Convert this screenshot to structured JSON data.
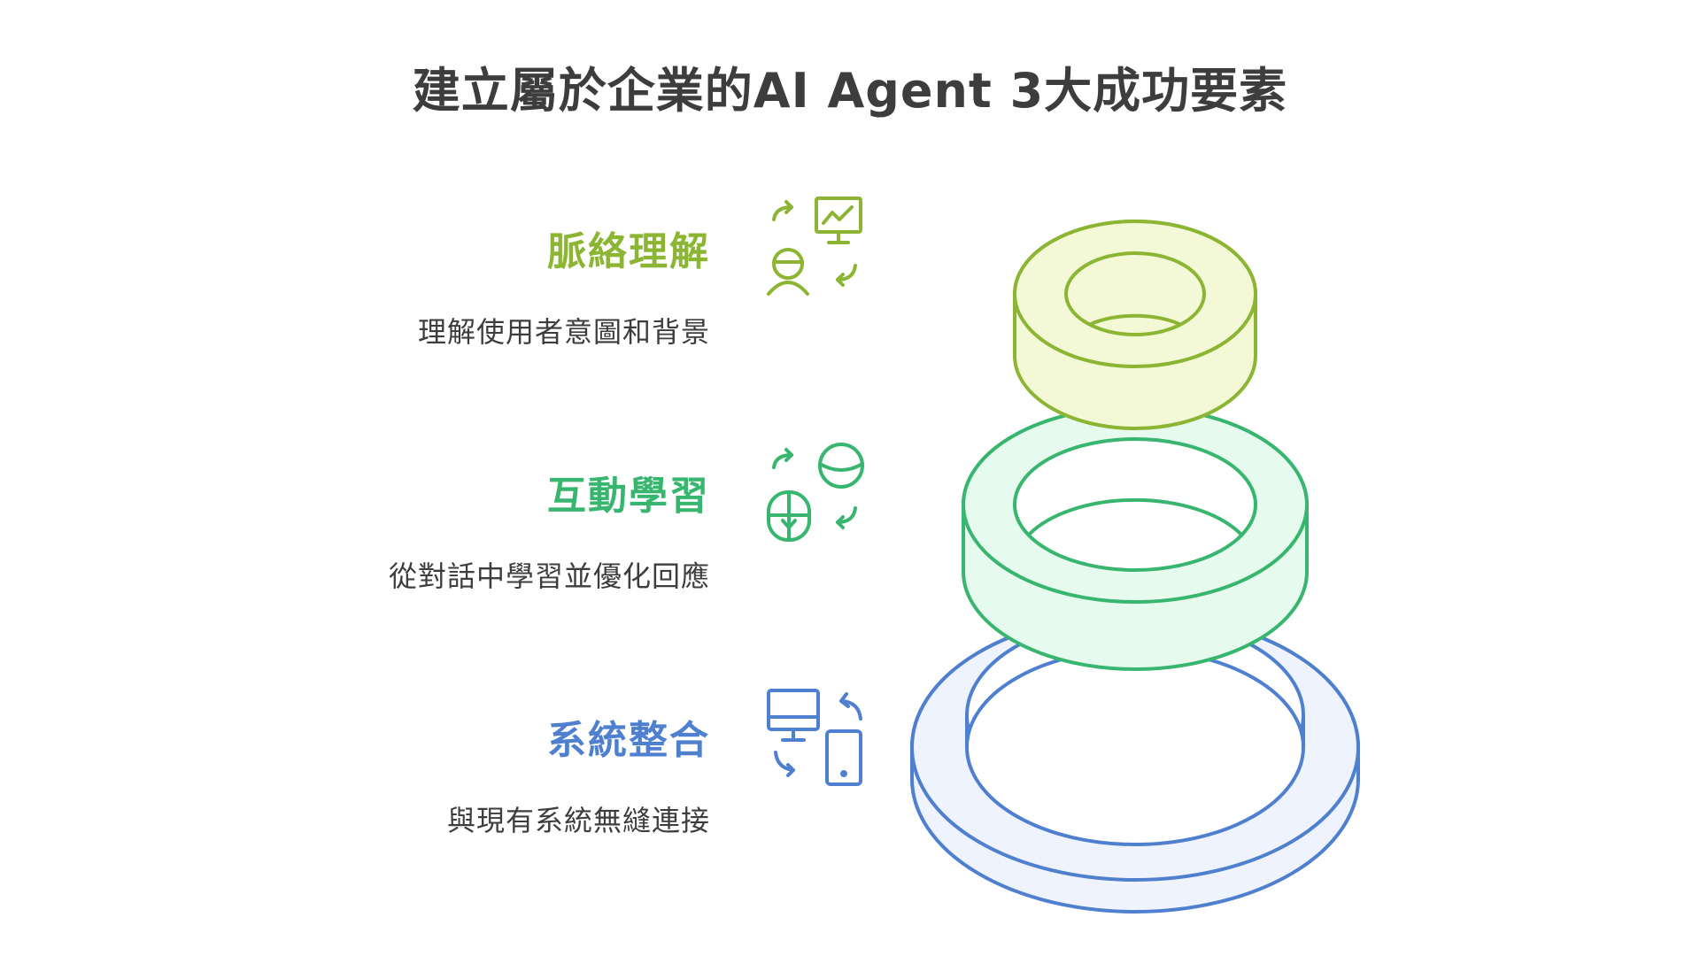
{
  "title": "建立屬於企業的AI Agent 3大成功要素",
  "factors": [
    {
      "label": "脈絡理解",
      "description": "理解使用者意圖和背景",
      "color": "#8cb534",
      "icon": "user-analytics-icon"
    },
    {
      "label": "互動學習",
      "description": "從對話中學習並優化回應",
      "color": "#38b56f",
      "icon": "mouse-exchange-icon"
    },
    {
      "label": "系統整合",
      "description": "與現有系統無縫連接",
      "color": "#4f80cf",
      "icon": "device-sync-icon"
    }
  ]
}
